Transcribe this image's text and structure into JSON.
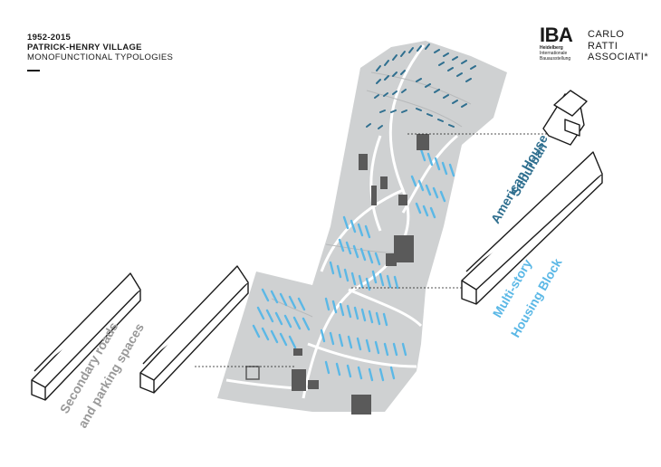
{
  "header": {
    "years": "1952-2015",
    "title": "PATRICK-HENRY VILLAGE",
    "subtitle": "MONOFUNCTIONAL TYPOLOGIES"
  },
  "logos": {
    "iba": {
      "mark": "IBA",
      "line1": "Heidelberg",
      "line2": "Internationale",
      "line3": "Bauausstellung"
    },
    "cra": {
      "line1": "CARLO",
      "line2": "RATTI",
      "line3": "ASSOCIATI*"
    }
  },
  "labels": {
    "suburban_1": "Suburban",
    "suburban_2": "American House",
    "multistory_1": "Multi-story",
    "multistory_2": "Housing Block",
    "secondary_1": "Secondary roads",
    "secondary_2": "and parking spaces"
  },
  "colors": {
    "suburban": "#2f6f8f",
    "multistory": "#5bb8e6",
    "secondary": "#999999",
    "site": "#cfd1d2",
    "buildings": "#5a5a5a"
  }
}
